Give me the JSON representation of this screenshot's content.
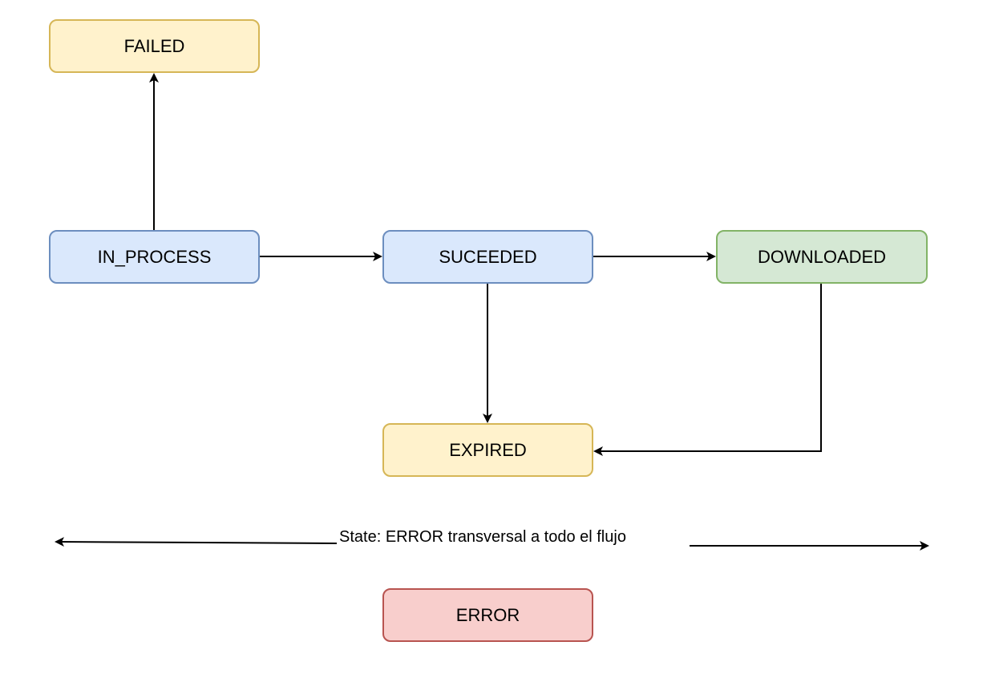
{
  "nodes": {
    "failed": {
      "label": "FAILED",
      "fill": "#fff2cc",
      "stroke": "#d6b656"
    },
    "in_process": {
      "label": "IN_PROCESS",
      "fill": "#dae8fc",
      "stroke": "#6c8ebf"
    },
    "suceeded": {
      "label": "SUCEEDED",
      "fill": "#dae8fc",
      "stroke": "#6c8ebf"
    },
    "downloaded": {
      "label": "DOWNLOADED",
      "fill": "#d5e8d4",
      "stroke": "#82b366"
    },
    "expired": {
      "label": "EXPIRED",
      "fill": "#fff2cc",
      "stroke": "#d6b656"
    },
    "error": {
      "label": "ERROR",
      "fill": "#f8cecc",
      "stroke": "#b85450"
    }
  },
  "edges": [
    {
      "from": "IN_PROCESS",
      "to": "FAILED"
    },
    {
      "from": "IN_PROCESS",
      "to": "SUCEEDED"
    },
    {
      "from": "SUCEEDED",
      "to": "DOWNLOADED"
    },
    {
      "from": "SUCEEDED",
      "to": "EXPIRED"
    },
    {
      "from": "DOWNLOADED",
      "to": "EXPIRED"
    }
  ],
  "error_note": {
    "text": "State: ERROR transversal a todo el flujo"
  }
}
